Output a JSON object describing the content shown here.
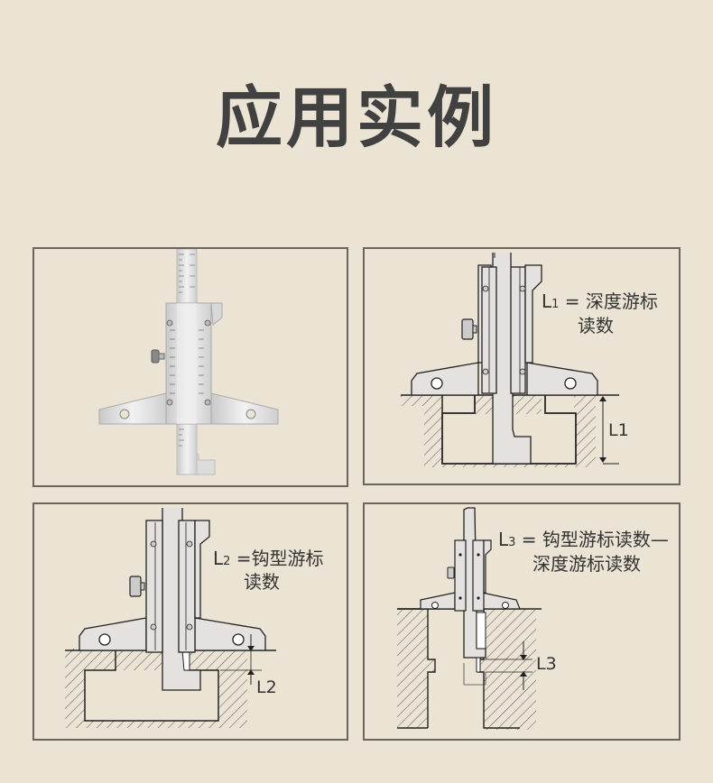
{
  "page_title": "应用实例",
  "panels": [
    {
      "id": "photo",
      "image": "depth-vernier-caliper-photo"
    },
    {
      "id": "l1",
      "formula_var": "L",
      "formula_sub": "1",
      "formula_eq": " = ",
      "formula_line1": "深度游标",
      "formula_line2": "读数",
      "dim_var": "L",
      "dim_sub": "1"
    },
    {
      "id": "l2",
      "formula_var": "L",
      "formula_sub": "2",
      "formula_eq": " =",
      "formula_line1": "钩型游标",
      "formula_line2": "读数",
      "dim_var": "L",
      "dim_sub": "2"
    },
    {
      "id": "l3",
      "formula_var": "L",
      "formula_sub": "3",
      "formula_eq": " = ",
      "formula_line1": "钩型游标读数—",
      "formula_line2": "深度游标读数",
      "dim_var": "L",
      "dim_sub": "3"
    }
  ],
  "colors": {
    "background": "#ebe4d4",
    "frame": "#6a655d",
    "metal": "#e4e1de",
    "line": "#222222",
    "title": "#414141"
  }
}
